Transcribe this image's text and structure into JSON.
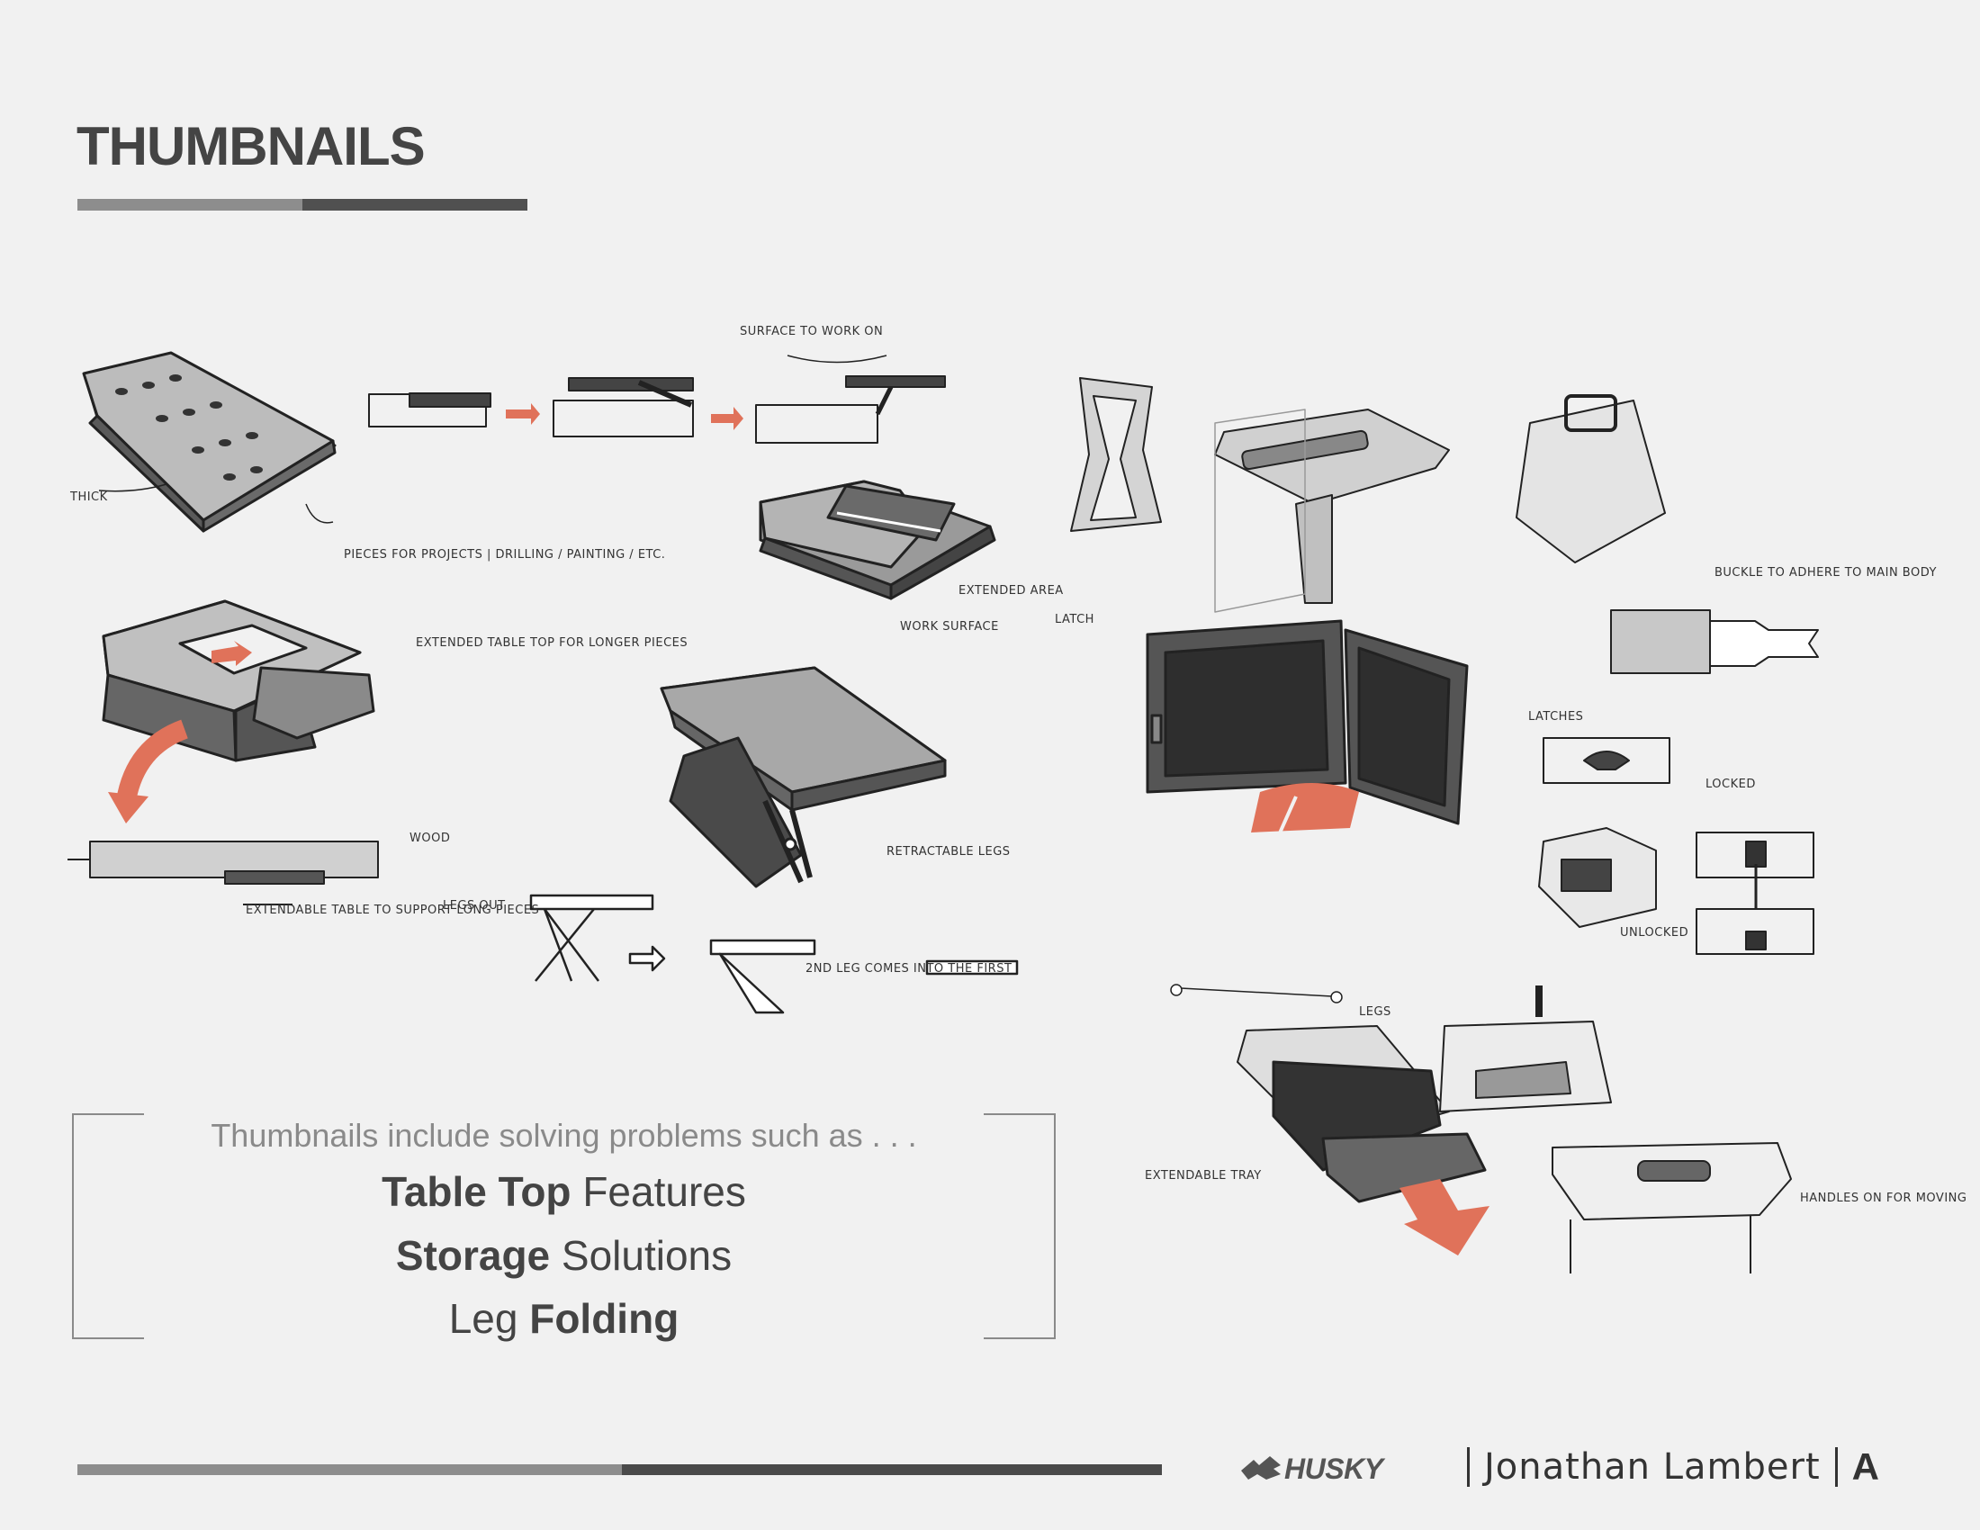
{
  "page": {
    "title": "THUMBNAILS"
  },
  "sketch_notes": {
    "thick": "THICK",
    "pieces": "PIECES FOR PROJECTS | DRILLING / PAINTING / ETC.",
    "surface_to_work": "SURFACE TO WORK ON",
    "extended_table": "EXTENDED TABLE TOP FOR LONGER PIECES",
    "extended_area": "EXTENDED AREA",
    "work_surface": "WORK SURFACE",
    "wood": "WOOD",
    "extendable_table": "EXTENDABLE TABLE TO SUPPORT LONG PIECES",
    "legs_out": "LEGS OUT",
    "retractable_legs": "RETRACTABLE LEGS",
    "second_leg": "2ND LEG COMES INTO THE FIRST",
    "latch": "LATCH",
    "buckle": "BUCKLE TO ADHERE TO MAIN BODY",
    "latches": "LATCHES",
    "locked": "LOCKED",
    "unlocked": "UNLOCKED",
    "legs": "LEGS",
    "extendable_tray": "EXTENDABLE TRAY",
    "handles": "HANDLES ON FOR MOVING"
  },
  "callout": {
    "intro": "Thumbnails include solving problems such as . . .",
    "line1_bold": "Table Top",
    "line1_rest": " Features",
    "line2_bold": "Storage",
    "line2_rest": " Solutions",
    "line3_rest": "Leg ",
    "line3_bold": "Folding"
  },
  "footer": {
    "brand": "HUSKY",
    "author": "Jonathan Lambert",
    "letter": "A"
  },
  "colors": {
    "accent_red": "#e0725a",
    "dark_gray": "#444444",
    "mid_gray": "#8d8d8d",
    "background": "#f1f1f1"
  }
}
